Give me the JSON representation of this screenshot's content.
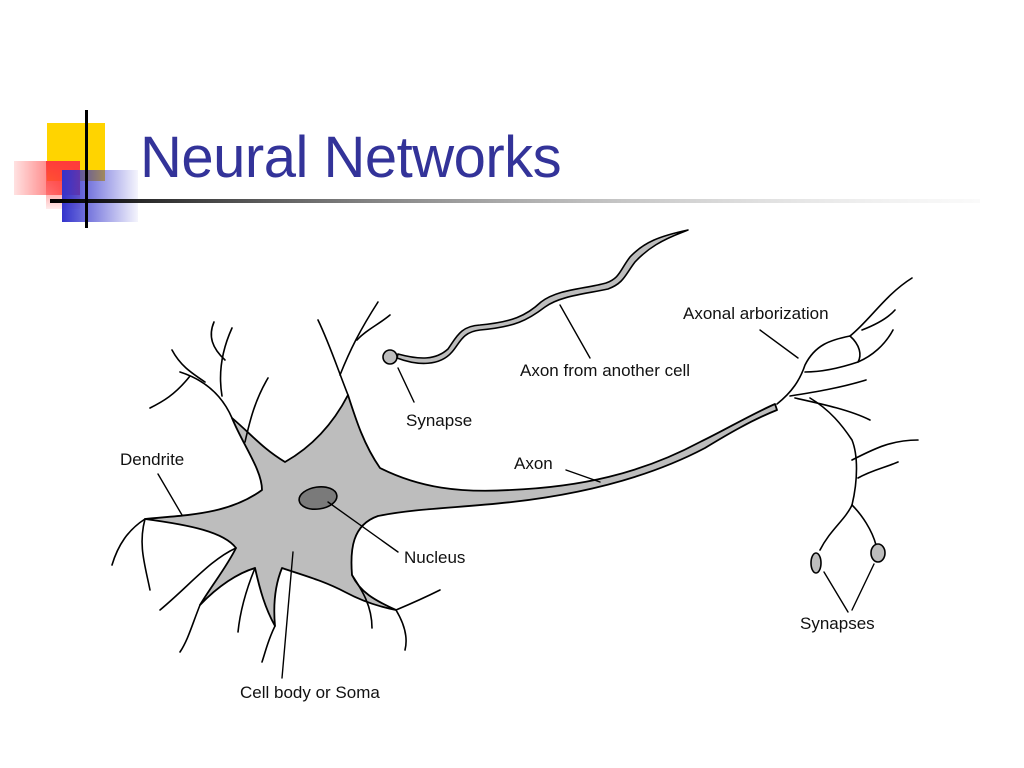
{
  "slide": {
    "title": "Neural Networks"
  },
  "diagram": {
    "labels": {
      "axonal_arborization": "Axonal arborization",
      "axon_from_another_cell": "Axon from another cell",
      "synapse": "Synapse",
      "dendrite": "Dendrite",
      "axon": "Axon",
      "nucleus": "Nucleus",
      "synapses": "Synapses",
      "cell_body": "Cell body or Soma"
    }
  },
  "colors": {
    "title": "#333399",
    "cell_fill": "#bdbdbd",
    "nucleus_fill": "#7a7a7a",
    "deco_yellow": "#ffd400",
    "deco_red": "#ff3b3b",
    "deco_blue": "#3333cc"
  }
}
